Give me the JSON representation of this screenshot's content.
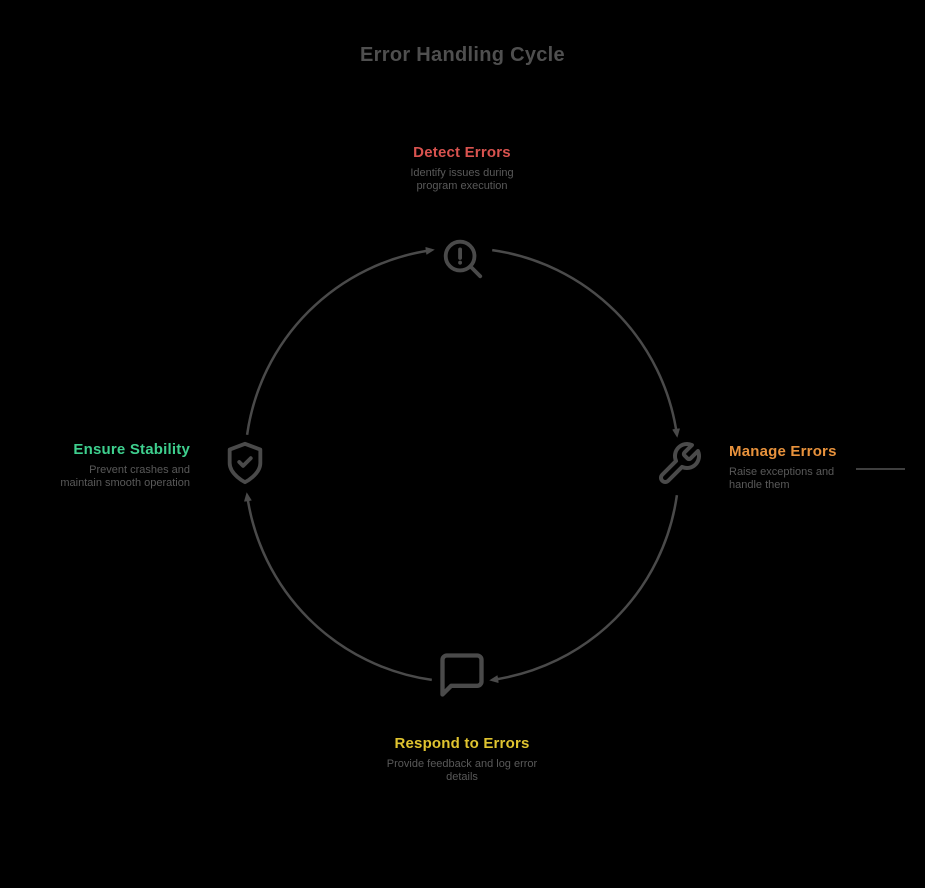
{
  "title": "Error Handling Cycle",
  "colors": {
    "background": "#000000",
    "circle": "#4a4a4a",
    "title_text": "#4f4f4f",
    "description_text": "#595959"
  },
  "nodes": [
    {
      "position": "top",
      "label": "Detect Errors",
      "description": "Identify issues during program execution",
      "color": "#d9534f",
      "icon": "magnifier-icon"
    },
    {
      "position": "right",
      "label": "Manage Errors",
      "description": "Raise exceptions and handle them",
      "color": "#e8923c",
      "icon": "wrench-icon"
    },
    {
      "position": "bottom",
      "label": "Respond to Errors",
      "description": "Provide feedback and log error details",
      "color": "#e0c430",
      "icon": "chat-bubble-icon"
    },
    {
      "position": "left",
      "label": "Ensure Stability",
      "description": "Prevent crashes and maintain smooth operation",
      "color": "#3ecf8e",
      "icon": "shield-icon"
    }
  ]
}
